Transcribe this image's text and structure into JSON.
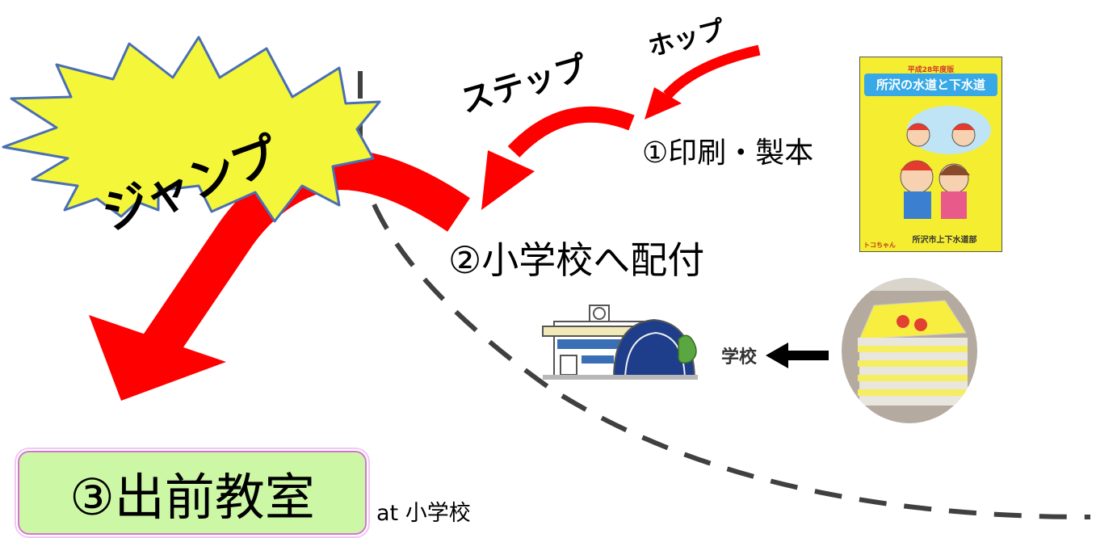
{
  "labels": {
    "hop": "ホップ",
    "step": "ステップ",
    "jump": "ジャンプ",
    "step1": "①印刷・製本",
    "step2": "②小学校へ配付",
    "step3": "③出前教室",
    "step3_location": "at 小学校",
    "school_word": "学校"
  },
  "booklet": {
    "edition": "平成28年度版",
    "title": "所沢の水道と下水道",
    "publisher": "所沢市上下水道部",
    "mascot_name": "トコちゃん"
  },
  "colors": {
    "arrow": "#ff0000",
    "burst_fill": "#f4f63a",
    "burst_stroke": "#4a6fb3",
    "box_fill": "#ccf7a5",
    "box_border": "#d674d6",
    "dashed_line": "#404040"
  },
  "icons": [
    "school-building-icon",
    "booklet-stack-photo",
    "left-arrow-icon"
  ]
}
